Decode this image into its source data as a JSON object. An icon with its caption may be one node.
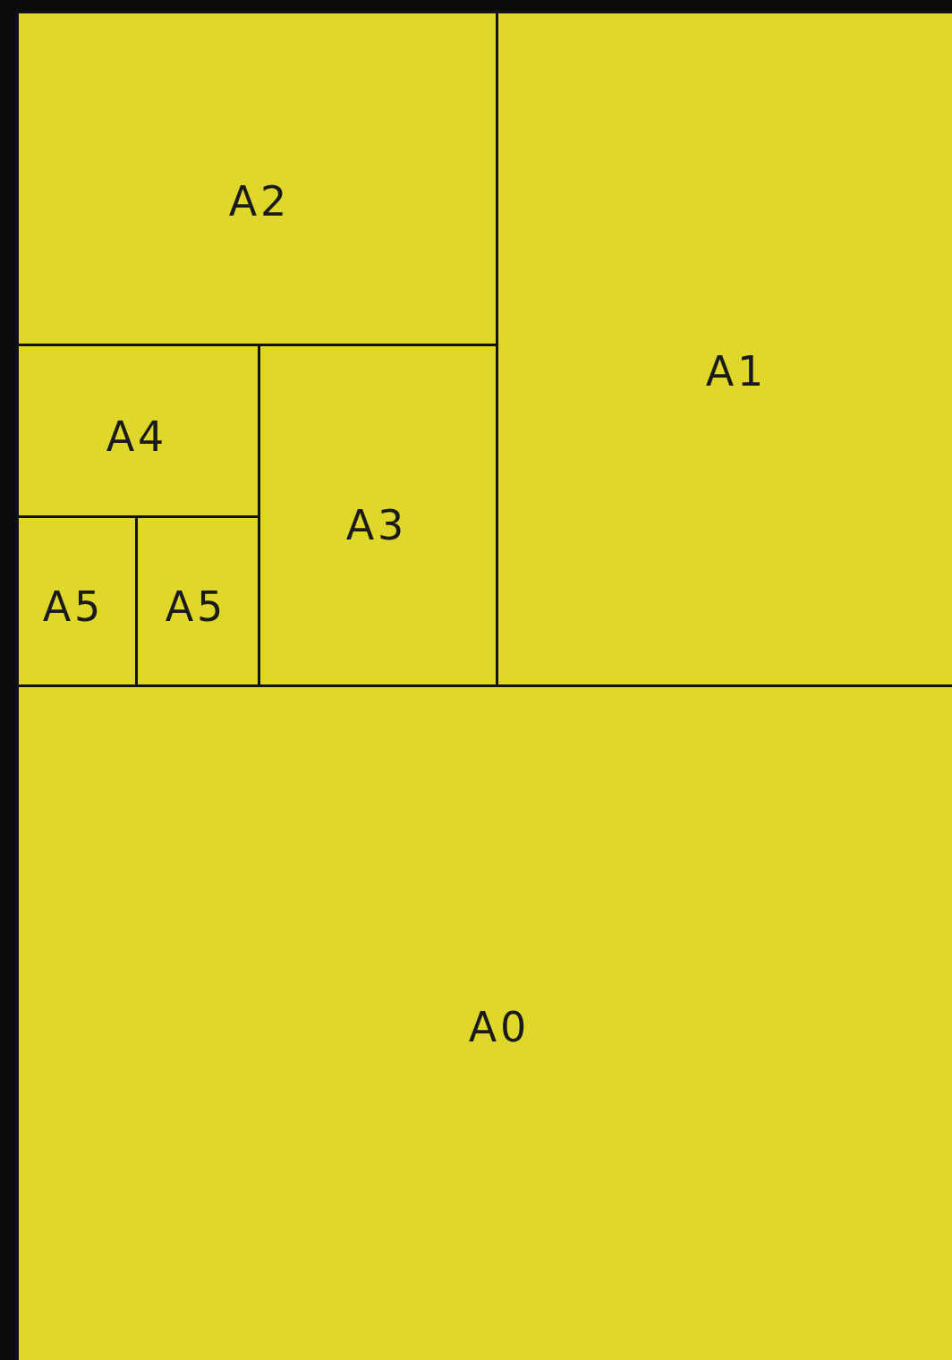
{
  "diagram": {
    "nodes": [
      {
        "text": [
          "A2"
        ]
      },
      {
        "text": [
          "A1"
        ]
      },
      {
        "text": [
          "A4"
        ]
      },
      {
        "text": [
          "A3"
        ]
      },
      {
        "text": [
          "A5"
        ]
      },
      {
        "text": [
          "A5"
        ]
      },
      {
        "text": [
          "A0"
        ]
      }
    ]
  }
}
